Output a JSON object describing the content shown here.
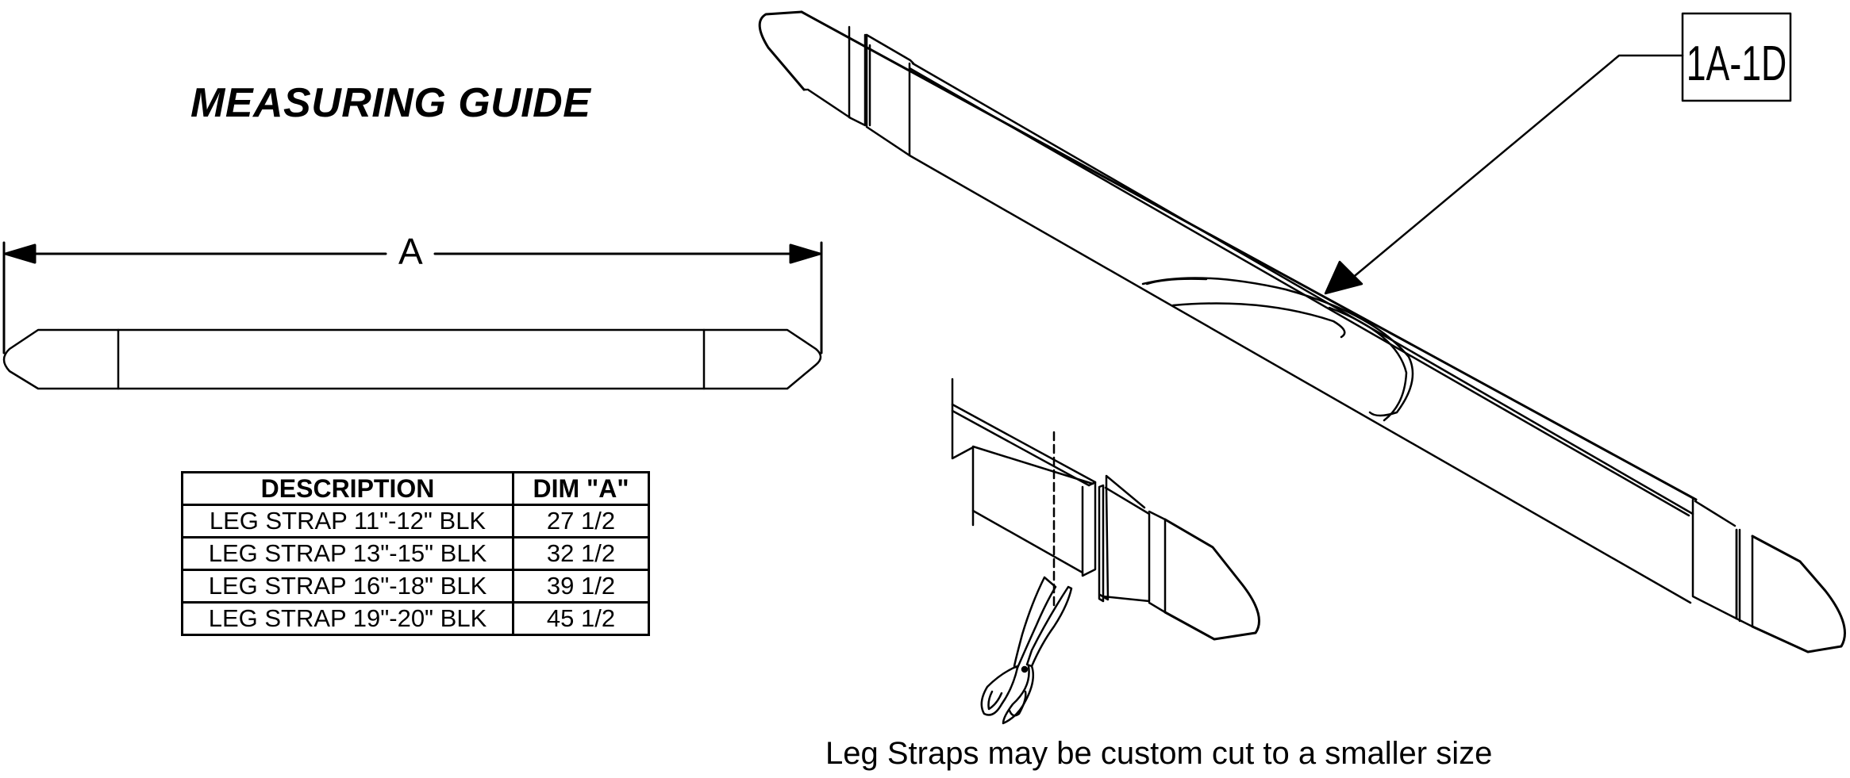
{
  "title": "MEASURING GUIDE",
  "dimension_label": "A",
  "callout_label": "1A-1D",
  "caption": "Leg Straps may be custom cut to a smaller size",
  "table": {
    "headers": [
      "DESCRIPTION",
      "DIM \"A\""
    ],
    "rows": [
      {
        "description": "LEG STRAP 11\"-12\" BLK",
        "dim_a": "27 1/2"
      },
      {
        "description": "LEG STRAP 13\"-15\" BLK",
        "dim_a": "32 1/2"
      },
      {
        "description": "LEG STRAP 16\"-18\" BLK",
        "dim_a": "39 1/2"
      },
      {
        "description": "LEG STRAP 19\"-20\" BLK",
        "dim_a": "45 1/2"
      }
    ]
  },
  "icons": [
    "dimension-arrow-icon",
    "scissors-icon",
    "leader-arrow-icon"
  ]
}
